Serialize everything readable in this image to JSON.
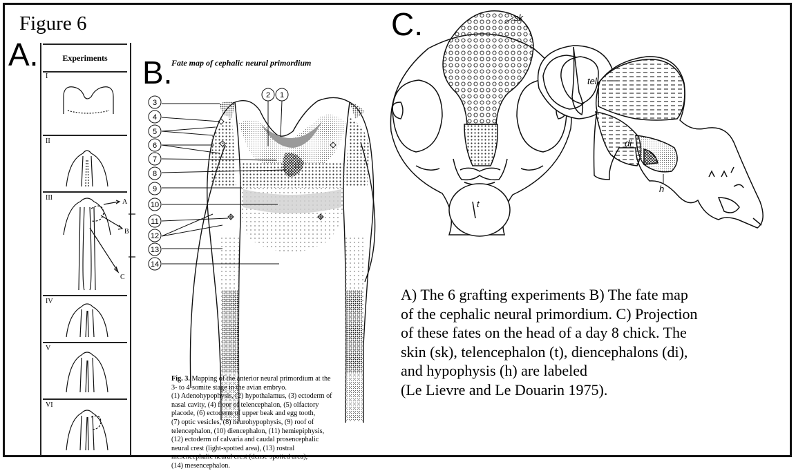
{
  "figure_title": "Figure 6",
  "panels": {
    "a": {
      "letter": "A.",
      "header": "Experiments",
      "rows": [
        "I",
        "II",
        "III",
        "IV",
        "V",
        "VI"
      ],
      "arrow_labels": [
        "A",
        "B",
        "C"
      ]
    },
    "b": {
      "letter": "B.",
      "title": "Fate map of cephalic neural primordium",
      "numbers": [
        "3",
        "4",
        "5",
        "6",
        "7",
        "8",
        "9",
        "10",
        "11",
        "12",
        "13",
        "14",
        "2",
        "1"
      ],
      "caption_lead": "Fig. 3.",
      "caption_lines": [
        "Mapping of the anterior neural primordium at the",
        "3- to 4-somite stage in the avian embryo.",
        "(1) Adenohypophysis, (2) hypothalamus, (3) ectoderm of",
        "nasal cavity, (4) floor of telencephalon, (5) olfactory",
        "placode, (6) ectoderm of upper beak and egg tooth,",
        "(7) optic vesicles, (8) neurohypophysis, (9) roof of",
        "telencephalon, (10) diencephalon, (11) hemiepiphysis,",
        "(12) ectoderm of calvaria and caudal prosencephalic",
        "neural crest (light-spotted area), (13) rostral",
        "mesencephalic neural crest (dense-spotted area),",
        "(14) mesencephalon."
      ]
    },
    "c": {
      "letter": "C.",
      "labels": {
        "sk": "sk",
        "tel": "tel",
        "di": "di",
        "h": "h",
        "t": "t"
      },
      "description_lines": [
        "A) The 6 grafting experiments B) The fate map",
        "of the cephalic neural primordium.  C) Projection",
        "of these fates on the head of a day 8 chick. The",
        "skin (sk), telencephalon (t), diencephalons (di),",
        "and hypophysis (h) are labeled",
        "(Le Lievre and Le Douarin 1975)."
      ]
    }
  },
  "colors": {
    "ink": "#111111",
    "stipple": "#7a7a7a",
    "shade": "#c8c8c8"
  }
}
